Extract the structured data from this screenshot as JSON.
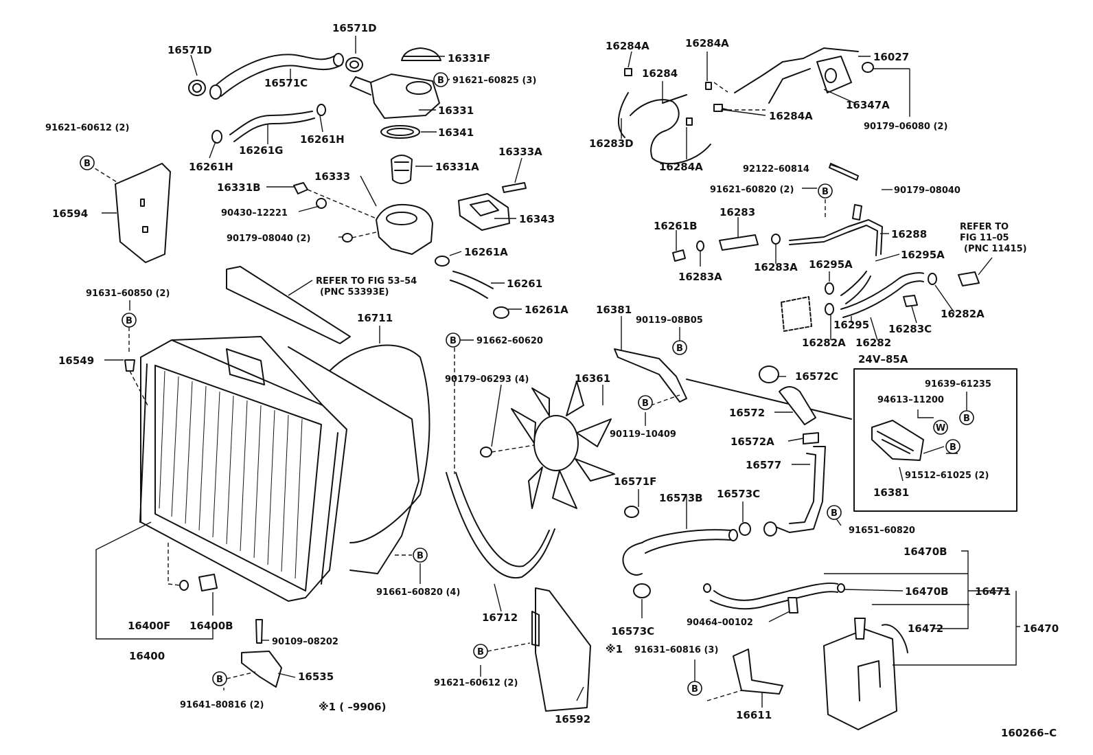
{
  "labels": {
    "p16571D_a": "16571D",
    "p16571D_b": "16571D",
    "p16571C": "16571C",
    "p16331F": "16331F",
    "p91621_60825": "91621–60825 (3)",
    "p16331": "16331",
    "p16341": "16341",
    "p16261G": "16261G",
    "p16261H_a": "16261H",
    "p16261H_b": "16261H",
    "p91621_60612_a": "91621–60612 (2)",
    "p16594": "16594",
    "p16331A": "16331A",
    "p16333A": "16333A",
    "p16331B": "16331B",
    "p16333": "16333",
    "p90430": "90430–12221",
    "p90179_08040_a": "90179–08040 (2)",
    "p16343": "16343",
    "p16261A_a": "16261A",
    "p16261": "16261",
    "p16261A_b": "16261A",
    "ref53": "REFER  TO  FIG  53–54",
    "ref53pnc": "(PNC  53393E)",
    "p91631_60850": "91631–60850 (2)",
    "p16711": "16711",
    "p16549": "16549",
    "p91662": "91662–60620",
    "p90179_06293": "90179–06293 (4)",
    "p16361": "16361",
    "p16284A_a": "16284A",
    "p16284A_b": "16284A",
    "p16284": "16284",
    "p16027": "16027",
    "p16347A": "16347A",
    "p16284A_c": "16284A",
    "p90179_06080": "90179–06080 (2)",
    "p16283D": "16283D",
    "p16284A_d": "16284A",
    "p92122": "92122–60814",
    "p91621_60820": "91621–60820 (2)",
    "p90179_08040_b": "90179–08040",
    "p16261B": "16261B",
    "p16283": "16283",
    "p16288": "16288",
    "ref11": "REFER  TO",
    "ref11b": "FIG  11–05",
    "ref11pnc": "(PNC  11415)",
    "p16283A_a": "16283A",
    "p16283A_b": "16283A",
    "p16295A_a": "16295A",
    "p16295A_b": "16295A",
    "p16295": "16295",
    "p16282A_a": "16282A",
    "p16283C": "16283C",
    "p16282A_b": "16282A",
    "p16282": "16282",
    "box24v": "24V–85A",
    "p16381_a": "16381",
    "p90119_08B05": "90119–08B05",
    "p90119_10409": "90119–10409",
    "p16572C": "16572C",
    "p16572": "16572",
    "p16572A": "16572A",
    "p16577": "16577",
    "p91639": "91639–61235",
    "p94613": "94613–11200",
    "p91512": "91512–61025 (2)",
    "p16381_b": "16381",
    "p16571F": "16571F",
    "p16573B": "16573B",
    "p16573C_a": "16573C",
    "p91651": "91651–60820",
    "p16573C_b": "16573C",
    "p91661": "91661–60820 (4)",
    "p16712": "16712",
    "p16470B_a": "16470B",
    "p16470B_b": "16470B",
    "p16471": "16471",
    "p90464": "90464–00102",
    "p16472": "16472",
    "p16470": "16470",
    "p16400F": "16400F",
    "p16400B": "16400B",
    "p16400": "16400",
    "p90109": "90109–08202",
    "p16535": "16535",
    "p91641": "91641–80816 (2)",
    "p91621_60612_b": "91621–60612 (2)",
    "p16592": "16592",
    "mark1": "※1",
    "p91631_60816": "91631–60816 (3)",
    "p16611": "16611",
    "mark1_note": "※1 (        –9906)",
    "fig_id": "160266–C"
  },
  "symbols": {
    "bolt": "B",
    "washer": "W"
  }
}
